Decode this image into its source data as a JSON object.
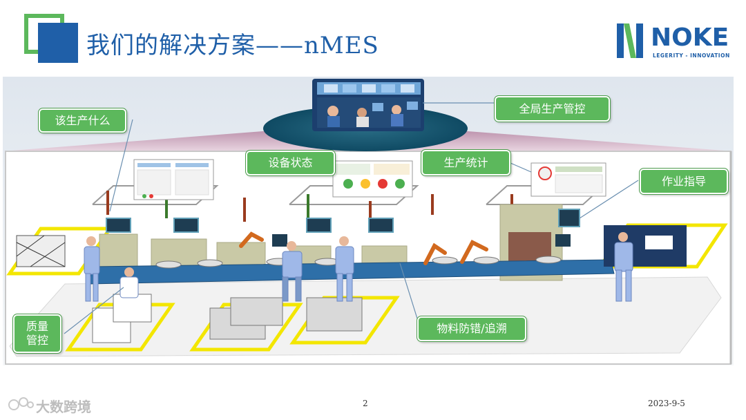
{
  "header": {
    "title": "我们的解决方案——nMES",
    "brand": {
      "name": "NOKE",
      "tagline": "LEGERITY - INNOVATION"
    }
  },
  "callouts": {
    "what_to_produce": "该生产什么",
    "global_control": "全局生产管控",
    "equipment_status": "设备状态",
    "production_stats": "生产统计",
    "work_guidance": "作业指导",
    "quality_control": "质量\n管控",
    "material_tracing": "物料防错/追溯"
  },
  "footer": {
    "page_number": "2",
    "date": "2023-9-5",
    "watermark": "大数跨境"
  },
  "colors": {
    "title_blue": "#1f5fa8",
    "accent_green": "#5cb85c",
    "floor_yellow": "#f3e600",
    "machine_olive": "#c9c9a6",
    "worker_blue": "#9fb8e8"
  }
}
